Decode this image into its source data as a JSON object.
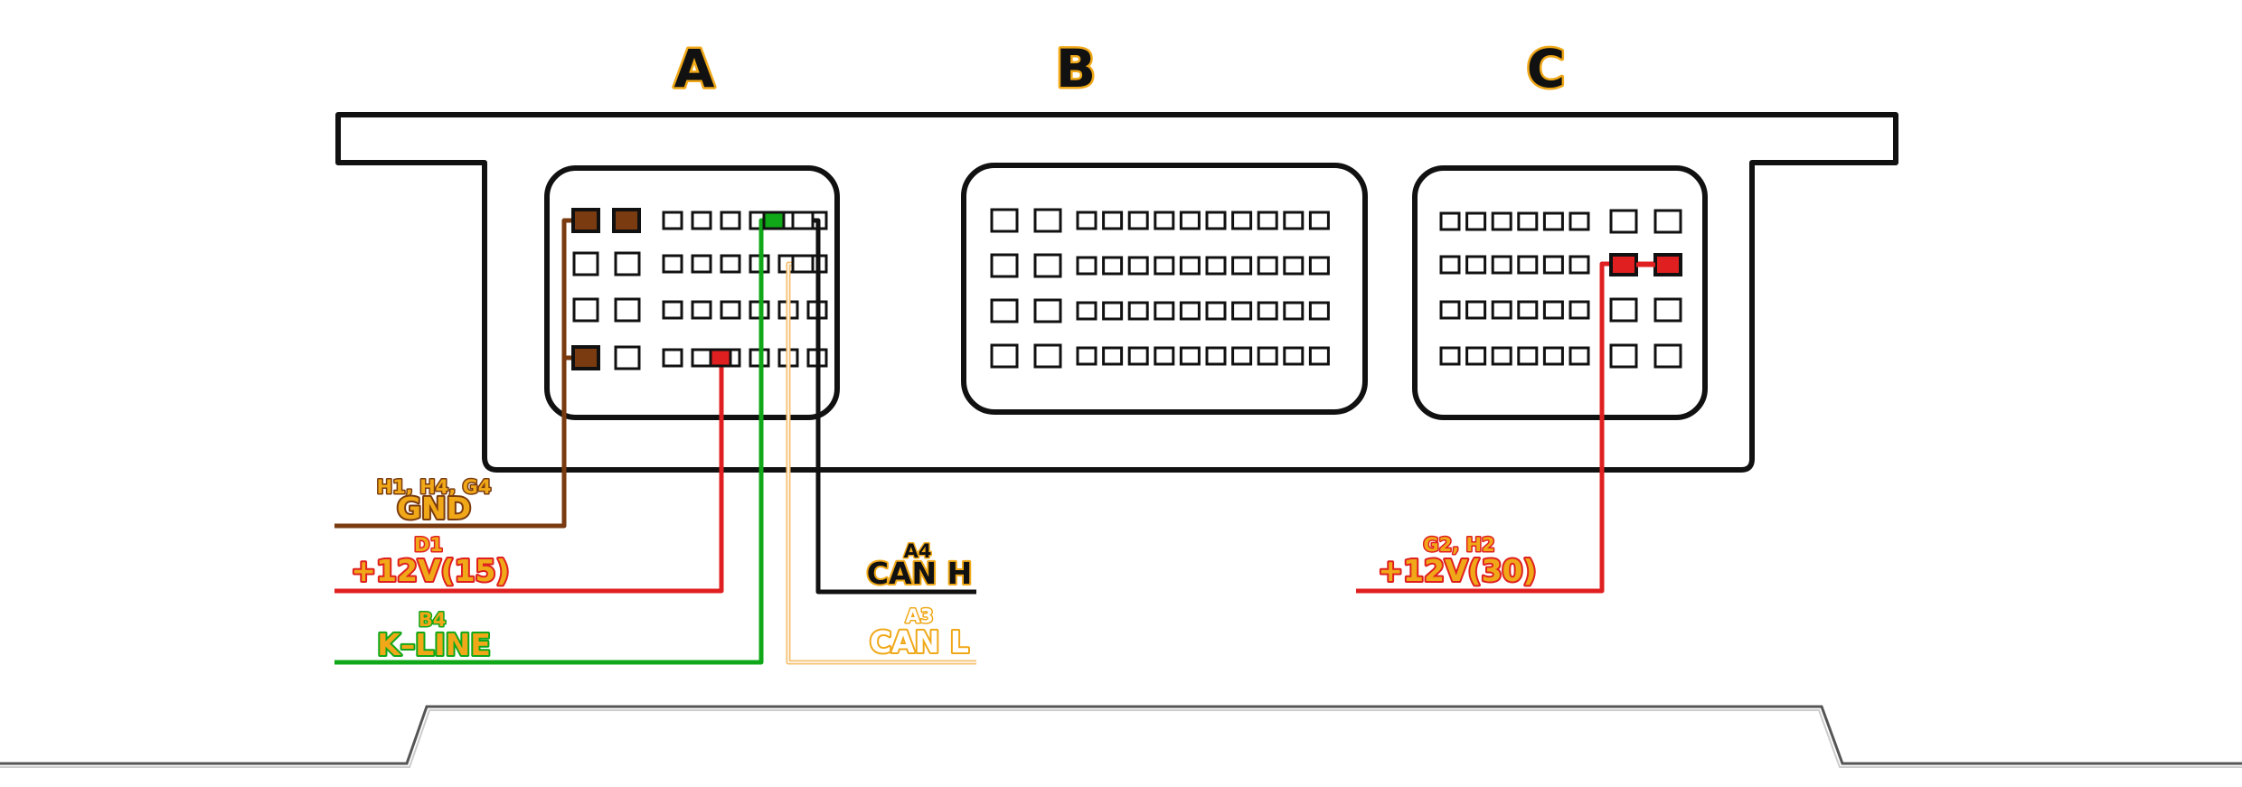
{
  "connectors": [
    {
      "id": "A",
      "label": "A"
    },
    {
      "id": "B",
      "label": "B"
    },
    {
      "id": "C",
      "label": "C"
    }
  ],
  "signals": {
    "gnd": {
      "pins": "H1, H4, G4",
      "name": "GND",
      "color": "#7a3b10",
      "name_fill": "#f0a818",
      "outline": "#7a3b10"
    },
    "v15": {
      "pins": "D1",
      "name": "+12V(15)",
      "color": "#e02020",
      "name_fill": "#f0a818",
      "outline": "#e02020"
    },
    "kline": {
      "pins": "B4",
      "name": "K–LINE",
      "color": "#10a818",
      "name_fill": "#f0a818",
      "outline": "#10a818"
    },
    "canh": {
      "pins": "A4",
      "name": "CAN H",
      "color": "#111111",
      "name_fill": "#111111",
      "outline": "#f0a818"
    },
    "canl": {
      "pins": "A3",
      "name": "CAN L",
      "color": "#f5c070",
      "name_fill": "#ffffff",
      "outline": "#f0a818"
    },
    "v30": {
      "pins": "G2, H2",
      "name": "+12V(30)",
      "color": "#e02020",
      "name_fill": "#f0a818",
      "outline": "#e02020"
    }
  },
  "colors": {
    "outline": "#111111",
    "gnd_pin": "#7a3b10",
    "power_pin": "#e02020",
    "kline_pin": "#10a818",
    "title_outline": "#f0a818"
  }
}
